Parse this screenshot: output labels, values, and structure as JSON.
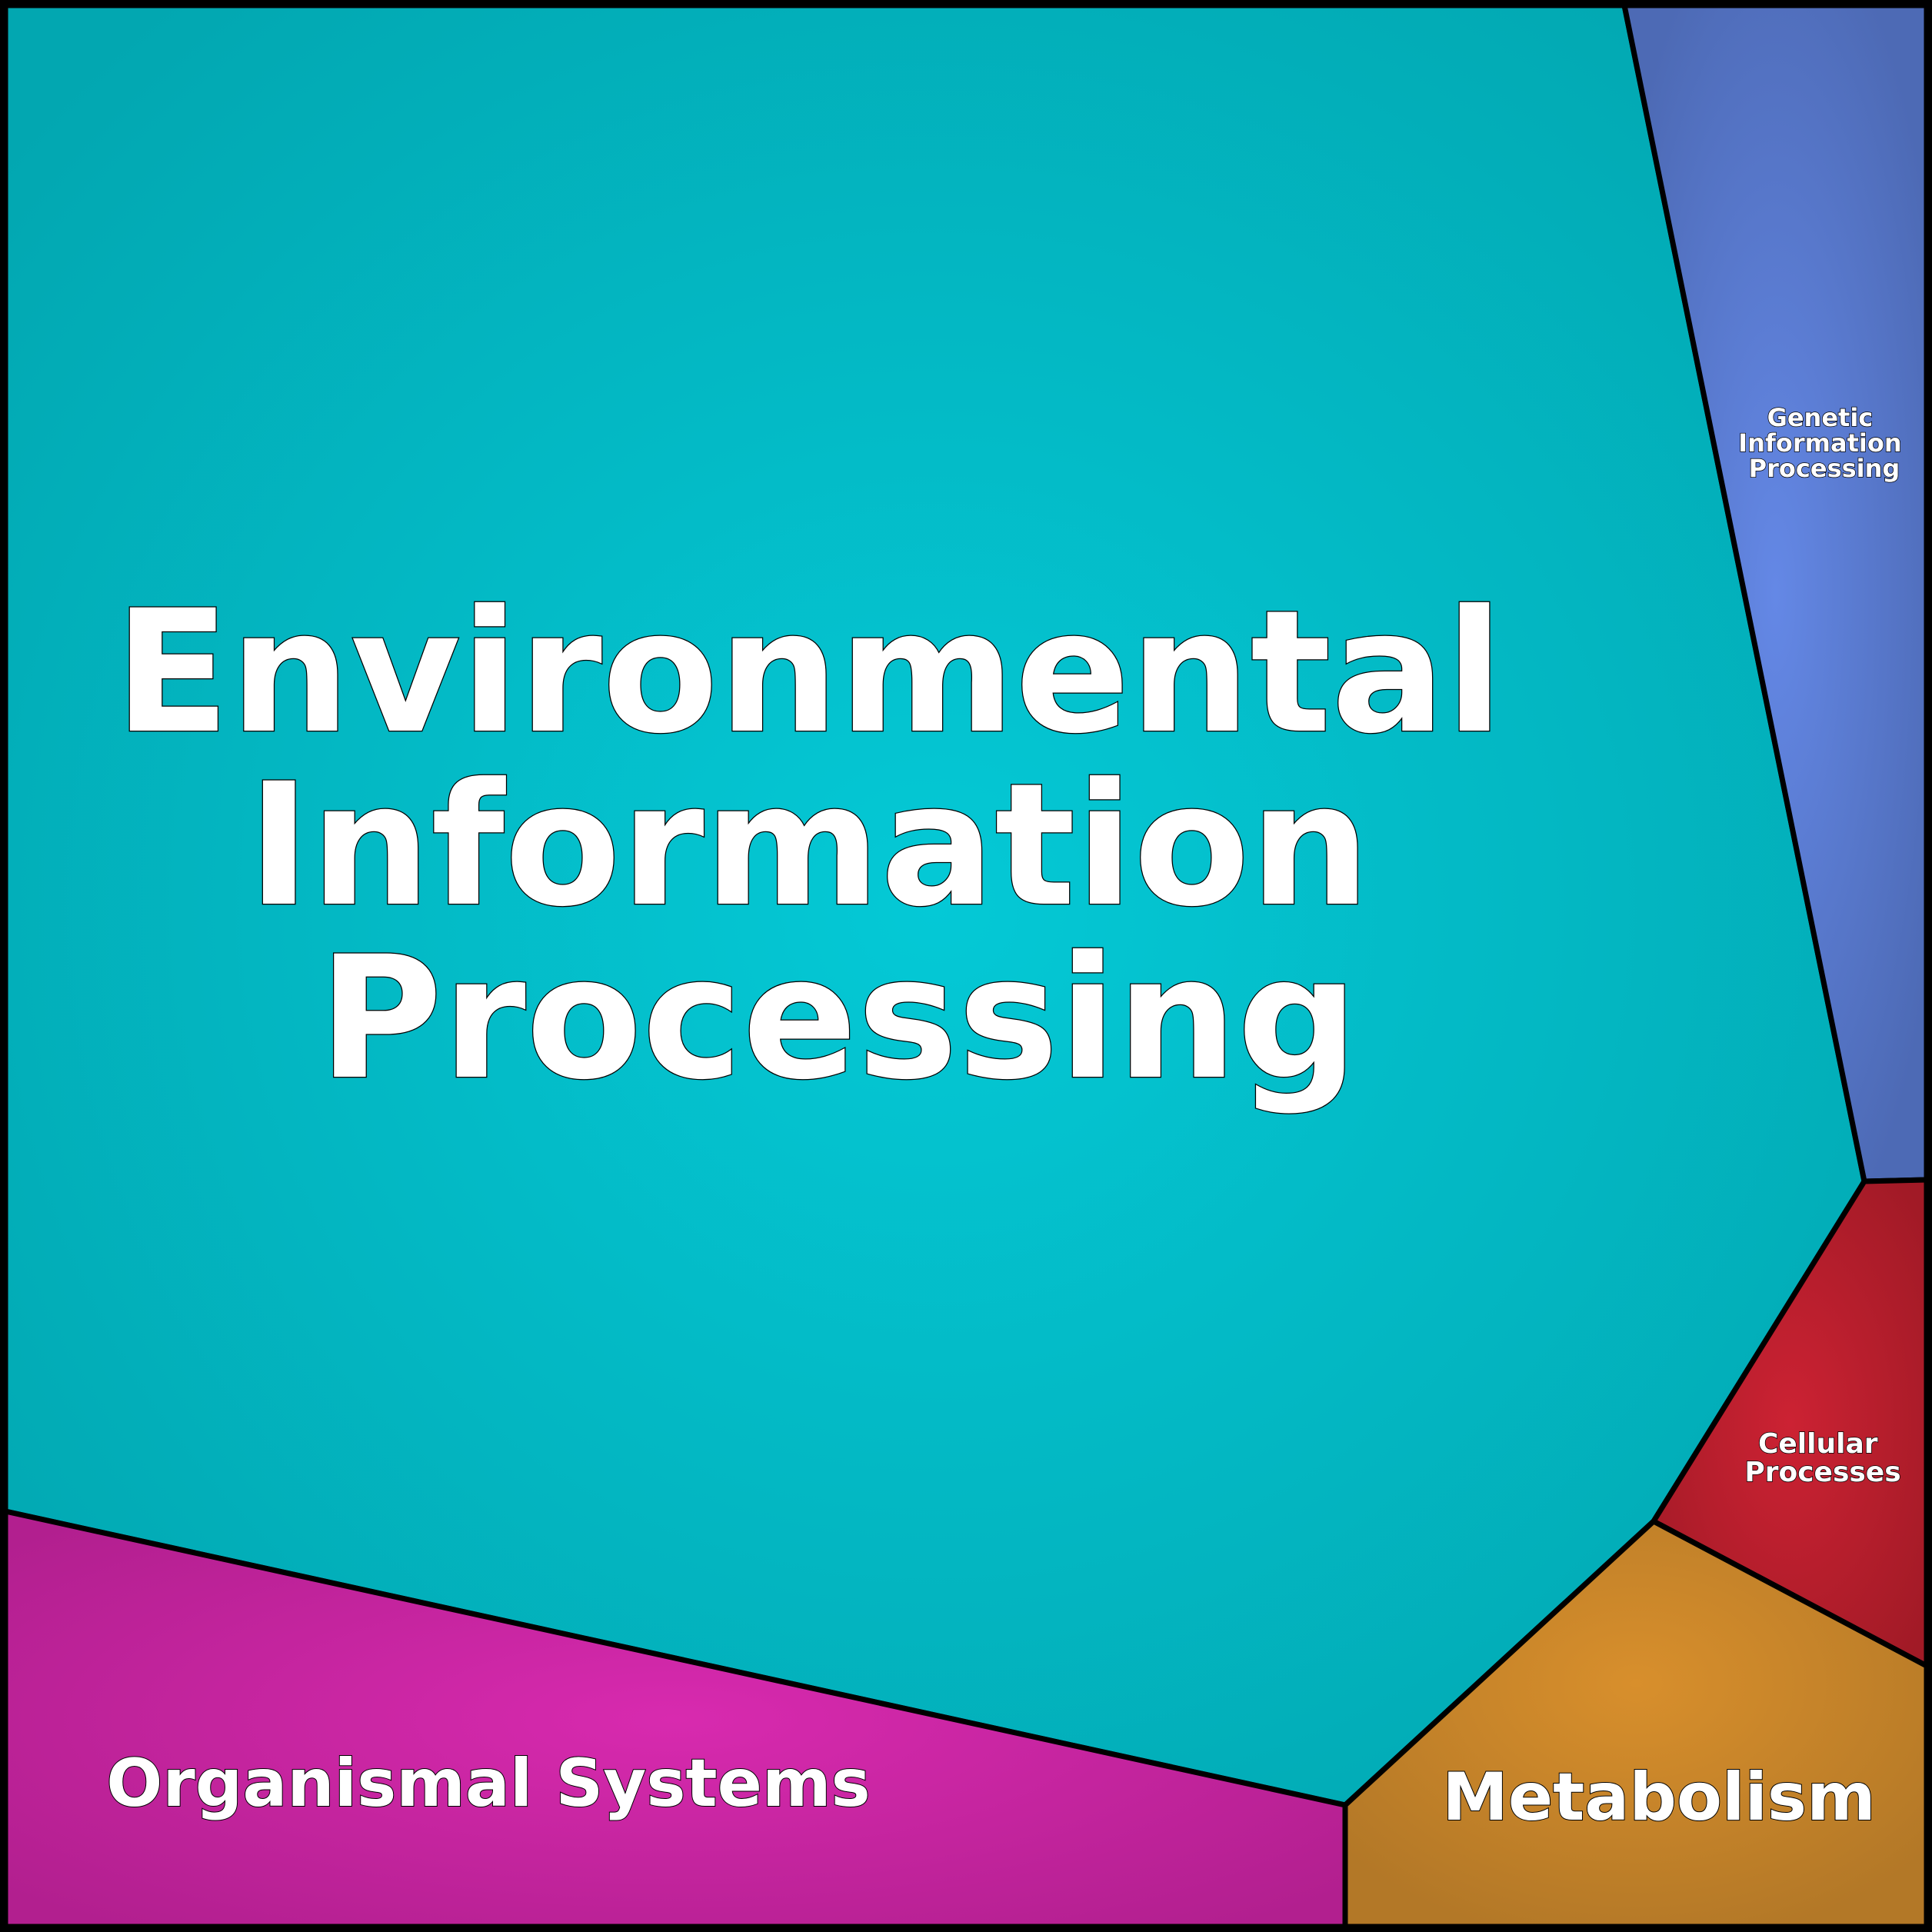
{
  "diagram": {
    "type": "voronoi-treemap",
    "cells": [
      {
        "id": "environmental",
        "label_lines": [
          "Environmental",
          "Information",
          "Processing"
        ],
        "color": "#04c9d6",
        "edge_color": "#02a7b1"
      },
      {
        "id": "genetic",
        "label_lines": [
          "Genetic",
          "Information",
          "Processing"
        ],
        "color": "#6488e6",
        "edge_color": "#4d6ab5"
      },
      {
        "id": "cellular",
        "label_lines": [
          "Cellular",
          "Processes"
        ],
        "color": "#cc2233",
        "edge_color": "#a11a26"
      },
      {
        "id": "metabolism",
        "label_lines": [
          "Metabolism"
        ],
        "color": "#d88f2c",
        "edge_color": "#b37827"
      },
      {
        "id": "organismal",
        "label_lines": [
          "Organismal Systems"
        ],
        "color": "#d82aaf",
        "edge_color": "#b21f8f"
      }
    ],
    "border_color": "#000000"
  }
}
